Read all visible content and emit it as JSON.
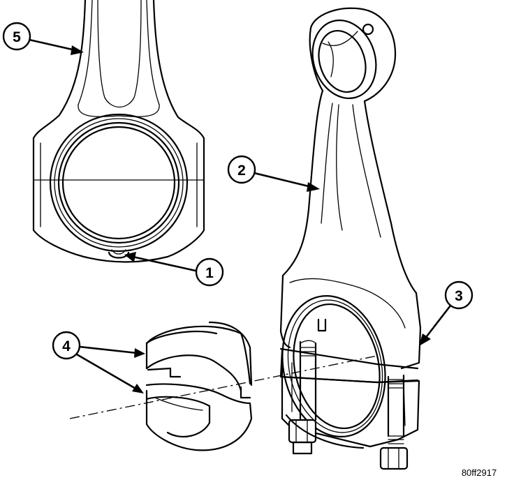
{
  "figure_id": "80ff2917",
  "callouts": {
    "c1": "1",
    "c2": "2",
    "c3": "3",
    "c4": "4",
    "c5": "5"
  }
}
